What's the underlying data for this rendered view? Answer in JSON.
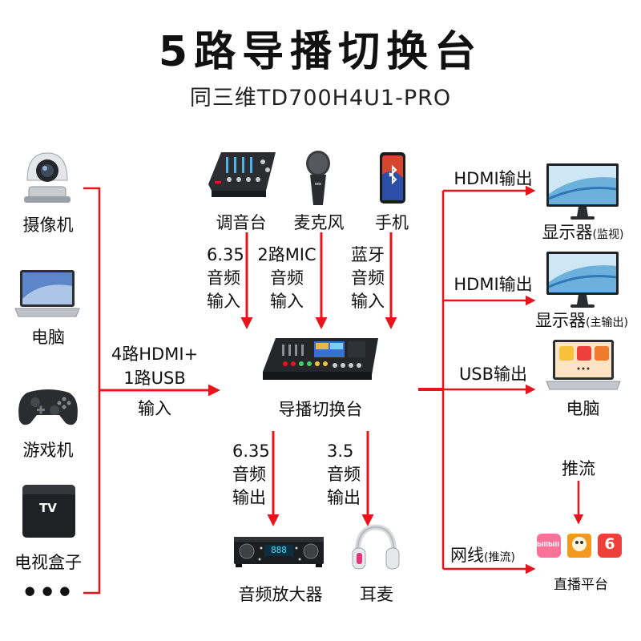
{
  "header": {
    "title": "5路导播切换台",
    "subtitle": "同三维TD700H4U1-PRO"
  },
  "sources_left": [
    {
      "label": "摄像机",
      "icon": "camera-icon"
    },
    {
      "label": "电脑",
      "icon": "laptop-icon"
    },
    {
      "label": "游戏机",
      "icon": "gamepad-icon"
    },
    {
      "label": "电视盒子",
      "icon": "tv-box-icon",
      "box_text": "TV"
    },
    {
      "label": "● ● ●"
    }
  ],
  "sources_top": [
    {
      "label": "调音台",
      "icon": "mixer-icon",
      "input_lines": [
        "6.35",
        "音频",
        "输入"
      ]
    },
    {
      "label": "麦克风",
      "icon": "microphone-icon",
      "input_lines": [
        "2路MIC",
        "音频",
        "输入"
      ]
    },
    {
      "label": "手机",
      "icon": "phone-icon",
      "input_lines": [
        "蓝牙",
        "音频",
        "输入"
      ]
    }
  ],
  "center": {
    "label": "导播切换台",
    "left_input_lines": [
      "4路HDMI+",
      "1路USB",
      "输入"
    ]
  },
  "outputs_bottom": [
    {
      "label": "音频放大器",
      "icon": "amplifier-icon",
      "output_lines": [
        "6.35",
        "音频",
        "输出"
      ],
      "amp_display": "888"
    },
    {
      "label": "耳麦",
      "icon": "headphones-icon",
      "output_lines": [
        "3.5",
        "音频",
        "输出"
      ]
    }
  ],
  "outputs_right": [
    {
      "conn": "HDMI输出",
      "label_main": "显示器",
      "label_small": "(监视)",
      "icon": "monitor-icon"
    },
    {
      "conn": "HDMI输出",
      "label_main": "显示器",
      "label_small": "(主输出)",
      "icon": "monitor-icon"
    },
    {
      "conn": "USB输出",
      "label_main": "电脑",
      "label_small": "",
      "icon": "laptop-icon"
    },
    {
      "conn_main": "网线",
      "conn_small": "(推流)",
      "label_main": "直播平台",
      "icon": "platform-logos-icon",
      "platform_text": [
        "bilibili",
        "6"
      ]
    }
  ],
  "push_label": "推流",
  "colors": {
    "arrow": "#e8141b",
    "text": "#111111"
  }
}
